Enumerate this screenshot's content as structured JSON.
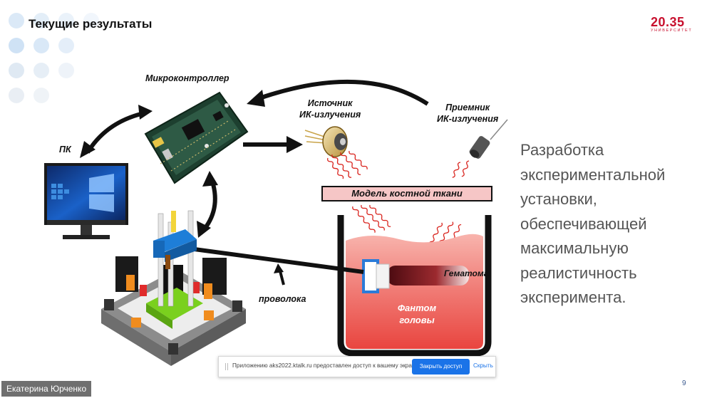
{
  "slide": {
    "title": "Текущие результаты",
    "page_number": "9"
  },
  "logo": {
    "number": "20.35",
    "subtitle": "УНИВЕРСИТЕТ",
    "color": "#c8102e"
  },
  "diagram": {
    "microcontroller_label": "Микроконтроллер",
    "pc_label": "ПК",
    "ir_source_label_line1": "Источник",
    "ir_source_label_line2": "ИК-излучения",
    "ir_receiver_label_line1": "Приемник",
    "ir_receiver_label_line2": "ИК-излучения",
    "bone_model_label": "Модель костной ткани",
    "hematoma_label": "Гематома",
    "phantom_label_line1": "Фантом",
    "phantom_label_line2": "головы",
    "wire_label": "проволока"
  },
  "description": {
    "lines": [
      "Разработка",
      "экспериментальной",
      "установки,",
      "обеспечивающей",
      "максимальную",
      "реалистичность",
      "эксперимента."
    ]
  },
  "screen_share": {
    "message": "Приложению aks2022.ktalk.ru предоставлен доступ к вашему экрану.",
    "stop_button": "Закрыть доступ",
    "hide_link": "Скрыть",
    "button_color": "#1a73e8"
  },
  "presenter": {
    "name": "Екатерина Юрченко"
  }
}
